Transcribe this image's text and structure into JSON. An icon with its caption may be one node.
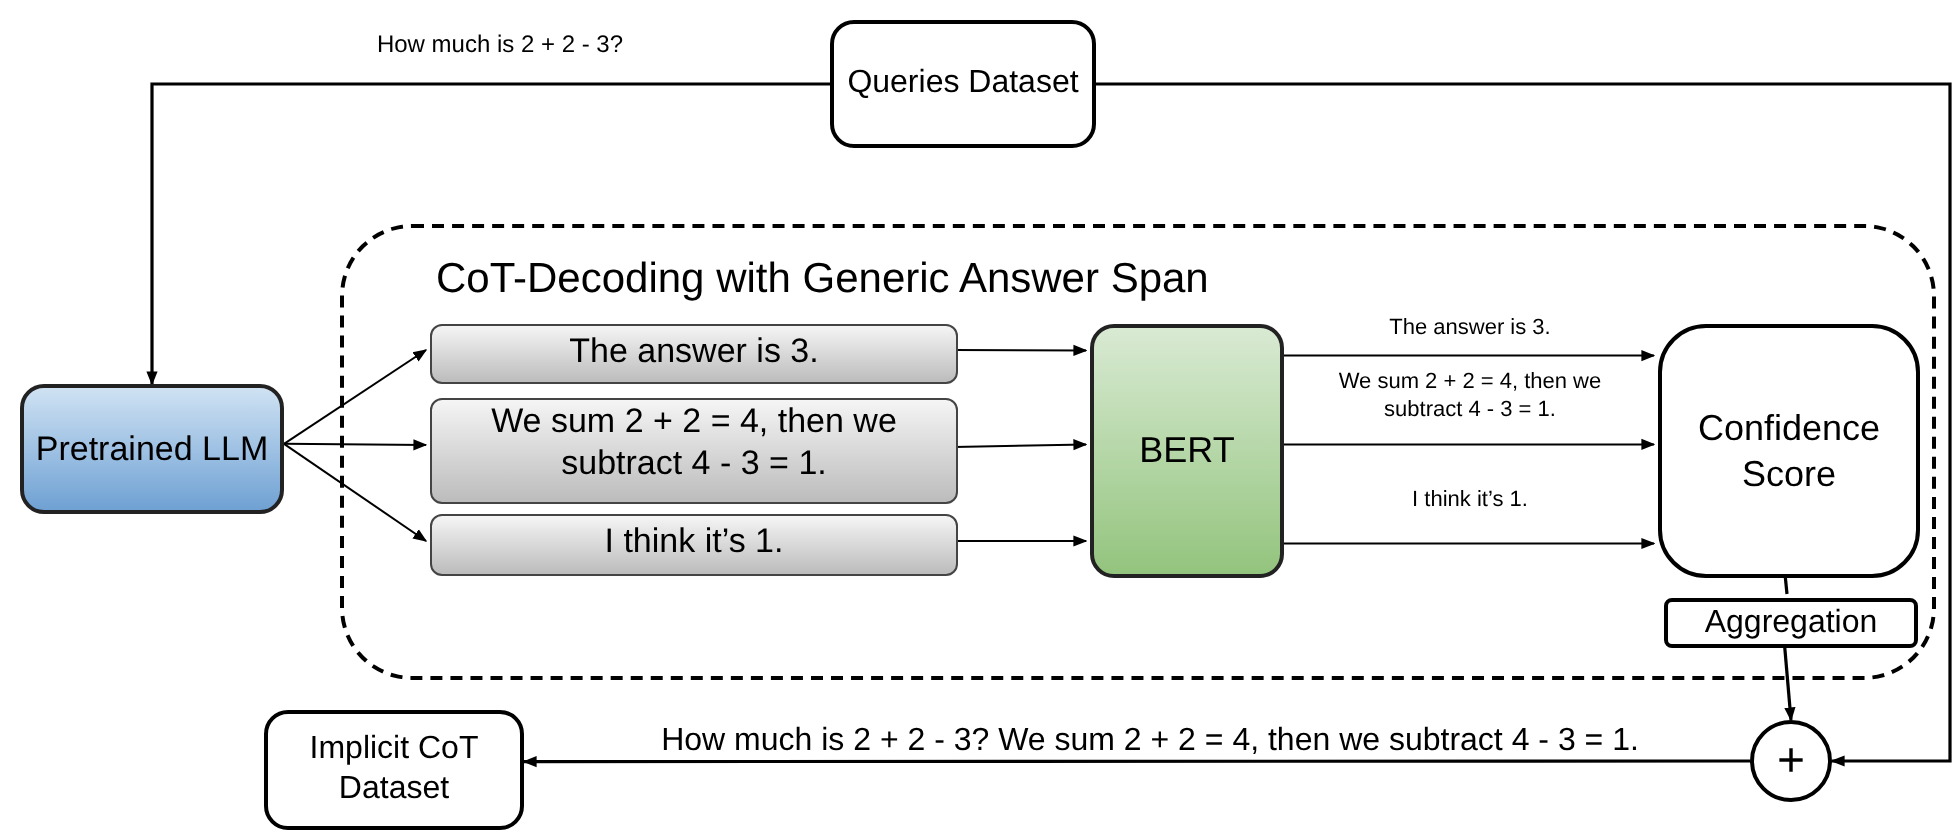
{
  "diagram": {
    "nodes": [
      {
        "text": [
          "Queries Dataset"
        ]
      },
      {
        "text": [
          "CoT-Decoding with Generic Answer Span"
        ]
      },
      {
        "text": [
          "Pretrained LLM"
        ]
      },
      {
        "text": [
          "The answer is 3."
        ],
        "in": 1
      },
      {
        "text": [
          "We sum 2 + 2 = 4, then we subtract 4 - 3 = 1."
        ],
        "in": 1
      },
      {
        "text": [
          "I think it’s 1."
        ],
        "in": 1
      },
      {
        "text": [
          "BERT"
        ],
        "in": 1
      },
      {
        "text": [
          "Confidence Score"
        ],
        "in": 1
      },
      {
        "text": [
          "Aggregation"
        ],
        "in": 1
      },
      {
        "text": [
          "+"
        ]
      },
      {
        "text": [
          "Implicit CoT Dataset"
        ]
      }
    ],
    "edges": [
      {
        "from": 0,
        "to": 2,
        "arrow": "to",
        "label": "How much is 2 + 2 - 3?"
      },
      {
        "from": 0,
        "to": 9,
        "arrow": "to"
      },
      {
        "from": 2,
        "to": 3,
        "arrow": "to"
      },
      {
        "from": 2,
        "to": 4,
        "arrow": "to"
      },
      {
        "from": 2,
        "to": 5,
        "arrow": "to"
      },
      {
        "from": 3,
        "to": 6,
        "arrow": "to"
      },
      {
        "from": 4,
        "to": 6,
        "arrow": "to"
      },
      {
        "from": 5,
        "to": 6,
        "arrow": "to"
      },
      {
        "from": 6,
        "to": 7,
        "arrow": "to",
        "label": "The answer is 3."
      },
      {
        "from": 6,
        "to": 7,
        "arrow": "to",
        "label": "We sum 2 + 2 = 4, then we subtract 4 - 3 = 1."
      },
      {
        "from": 6,
        "to": 7,
        "arrow": "to",
        "label": "I think it’s 1."
      },
      {
        "from": 7,
        "to": 8,
        "arrow": "none"
      },
      {
        "from": 8,
        "to": 9,
        "arrow": "to"
      },
      {
        "from": 9,
        "to": 10,
        "arrow": "to",
        "label": "How much is 2 + 2 - 3? We sum 2 + 2 = 4, then we subtract 4 - 3 = 1."
      }
    ]
  }
}
